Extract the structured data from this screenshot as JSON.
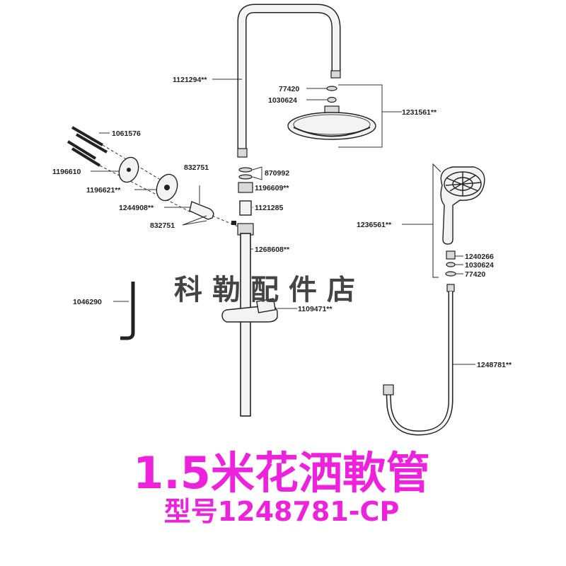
{
  "parts": {
    "pipe_upper": "1121294**",
    "gasket_top": "77420",
    "filter_top": "1030624",
    "head_shower": "1231561**",
    "wall_screws": "1061576",
    "wall_plate": "1196610",
    "cover_plate": "1196621**",
    "elbow": "1244908**",
    "oring_a": "832751",
    "oring_b": "832751",
    "washers": "870992",
    "nut": "1196609**",
    "sleeve": "1121285",
    "pipe_lower": "1268608**",
    "allen_key": "1046290",
    "slider": "1109471**",
    "hand_shower": "1236561**",
    "adapter": "1240266",
    "filter_hand": "1030624",
    "gasket_hand": "77420",
    "hose": "1248781**"
  },
  "watermark": "科勒配件店",
  "banner": {
    "title": "1.5米花洒軟管",
    "model": "型号1248781-CP"
  },
  "colors": {
    "banner": "#ee22dd",
    "line": "#222222"
  }
}
